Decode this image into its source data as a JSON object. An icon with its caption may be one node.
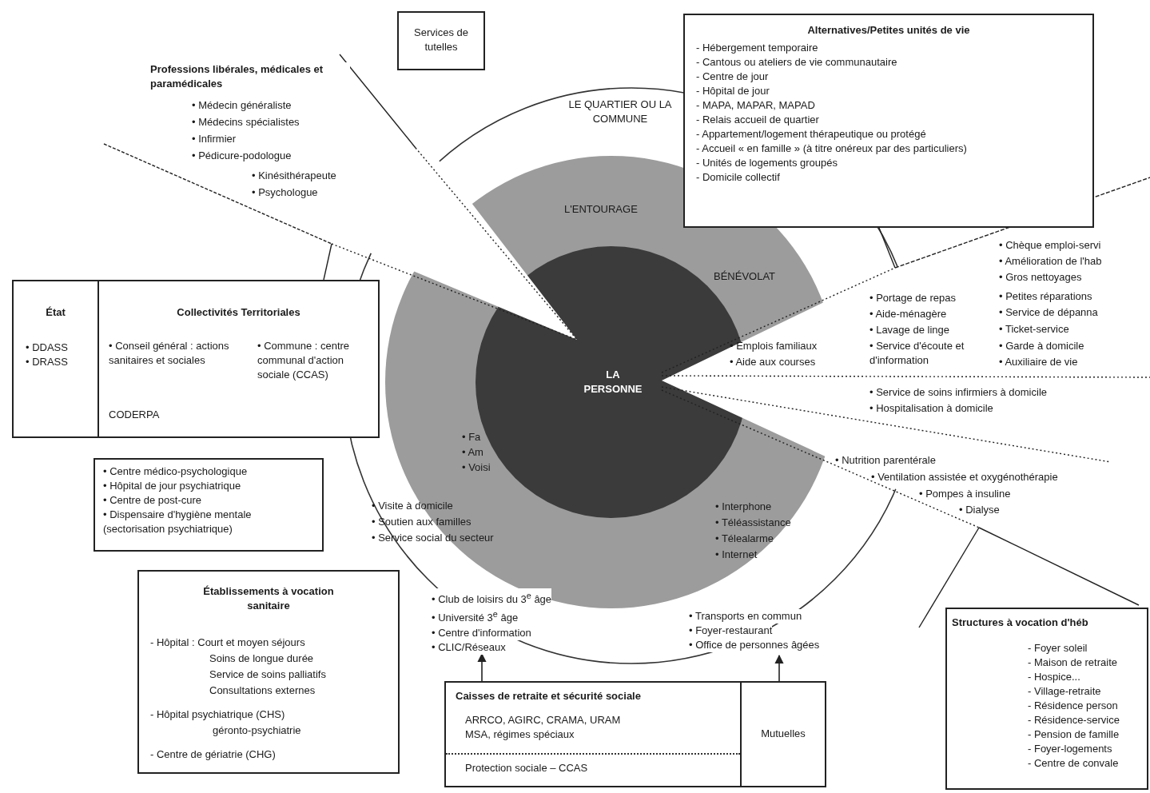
{
  "diagram": {
    "nodes": [
      {
        "text": [
          "Services de tutelles"
        ]
      },
      {
        "text": [
          "Alternatives/Petites unités de vie",
          "- Hébergement temporaire",
          "- Cantous ou ateliers de vie communautaire",
          "- Centre de jour",
          "- Hôpital de jour",
          "- MAPA, MAPAR, MAPAD",
          "- Relais accueil de quartier",
          "- Appartement/logement thérapeutique ou protégé",
          "- Accueil « en famille » (à titre onéreux par des particuliers)",
          "- Unités de logements groupés",
          "- Domicile collectif"
        ]
      },
      {
        "text": [],
        "shape": "box"
      },
      {
        "text": [
          "État",
          "• DDASS",
          "• DRASS"
        ],
        "in": 2
      },
      {
        "text": [
          "Collectivités Territoriales",
          "• Conseil général : actions sanitaires et sociales",
          "• Commune : centre communal d'action sociale (CCAS)",
          "CODERPA"
        ],
        "in": 2
      },
      {
        "text": [
          "• Centre médico-psychologique",
          "• Hôpital de jour psychiatrique",
          "• Centre de post-cure",
          "• Dispensaire d'hygiène mentale (sectorisation psychiatrique)"
        ]
      },
      {
        "text": [
          "Établissements à vocation sanitaire",
          "- Hôpital : Court et moyen séjours",
          "Soins de longue durée",
          "Service de soins palliatifs",
          "Consultations externes",
          "- Hôpital psychiatrique (CHS)",
          "géronto-psychiatrie",
          "- Centre de gériatrie (CHG)"
        ]
      },
      {
        "text": [],
        "shape": "box"
      },
      {
        "text": [
          "Caisses de retraite et sécurité sociale",
          "ARRCO, AGIRC, CRAMA, URAM",
          "MSA, régimes spéciaux",
          "Protection sociale – CCAS"
        ],
        "in": 7
      },
      {
        "text": [
          "Mutuelles"
        ],
        "in": 7
      },
      {
        "text": [
          "Structures à vocation d'héb",
          "- Foyer soleil",
          "- Maison de retraite",
          "- Hospice...",
          "- Village-retraite",
          "- Résidence person",
          "- Résidence-service",
          "- Pension de famille",
          "- Foyer-logements",
          "- Centre de convale"
        ]
      },
      {
        "text": [
          "• Club de loisirs du 3$^{e}$ âge",
          "• Université 3$^{e}$ âge",
          "• Centre d'information",
          "• CLIC/Réseaux"
        ]
      },
      {
        "text": [
          "• Transports en commun",
          "• Foyer-restaurant",
          "• Office de personnes âgées"
        ]
      }
    ],
    "edges": [
      {
        "from": 8,
        "to": 11,
        "arrow": "to"
      },
      {
        "from": 9,
        "to": 12,
        "arrow": "to"
      }
    ],
    "labels": [
      "LE QUARTIER OU LA COMMUNE",
      "L'ENTOURAGE",
      "BÉNÉVOLAT",
      "Professions libérales, médicales et paramédicales",
      "• Médecin généraliste",
      "• Médecins spécialistes",
      "• Infirmier",
      "• Pédicure-podologue",
      "• Kinésithérapeute",
      "• Psychologue",
      "• Emplois familiaux",
      "• Aide aux courses",
      "• Portage de repas",
      "• Aide-ménagère",
      "• Lavage de linge",
      "• Service d'écoute et d'information",
      "• Chèque emploi-servi",
      "• Amélioration de l'hab",
      "• Gros nettoyages",
      "• Petites réparations",
      "• Service de dépanna",
      "• Ticket-service",
      "• Garde à domicile",
      "• Auxiliaire de vie",
      "• Service de soins infirmiers à domicile",
      "• Hospitalisation à domicile",
      "• Nutrition parentérale",
      "• Ventilation assistée et oxygénothérapie",
      "• Pompes à insuline",
      "• Dialyse",
      "• Fa",
      "• Am",
      "• Voisi",
      "• Visite à domicile",
      "• Soutien aux familles",
      "• Service social du secteur",
      "• Interphone",
      "• Téléassistance",
      "• Télealarme",
      "• Internet",
      "LA PERSONNE"
    ]
  }
}
